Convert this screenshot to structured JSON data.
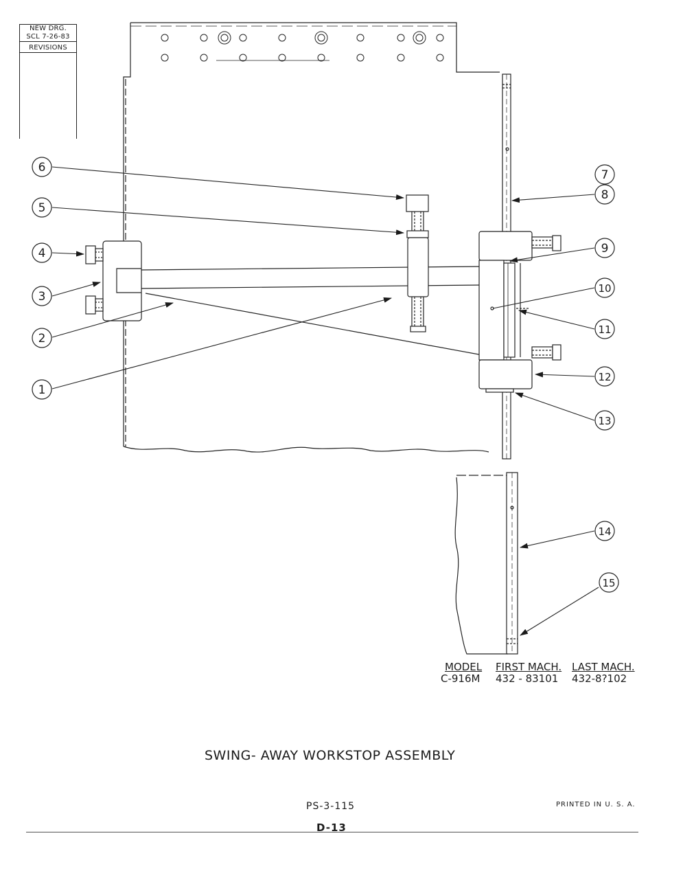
{
  "revision_block": {
    "line1": "NEW DRG.",
    "line2": "SCL 7-26-83",
    "line3": "REVISIONS"
  },
  "callouts": [
    {
      "num": "1"
    },
    {
      "num": "2"
    },
    {
      "num": "3"
    },
    {
      "num": "4"
    },
    {
      "num": "5"
    },
    {
      "num": "6"
    },
    {
      "num": "7"
    },
    {
      "num": "8"
    },
    {
      "num": "9"
    },
    {
      "num": "10"
    },
    {
      "num": "11"
    },
    {
      "num": "12"
    },
    {
      "num": "13"
    },
    {
      "num": "14"
    },
    {
      "num": "15"
    }
  ],
  "model_table": {
    "model_header": "MODEL",
    "first_header": "FIRST MACH.",
    "last_header": "LAST MACH.",
    "model": "C-916M",
    "first": "432 - 83101",
    "last": "432-8?102"
  },
  "title": "SWING- AWAY  WORKSTOP  ASSEMBLY",
  "page_code": "PS-3-115",
  "drawing_number": "D-13",
  "printed": "PRINTED  IN  U. S. A."
}
